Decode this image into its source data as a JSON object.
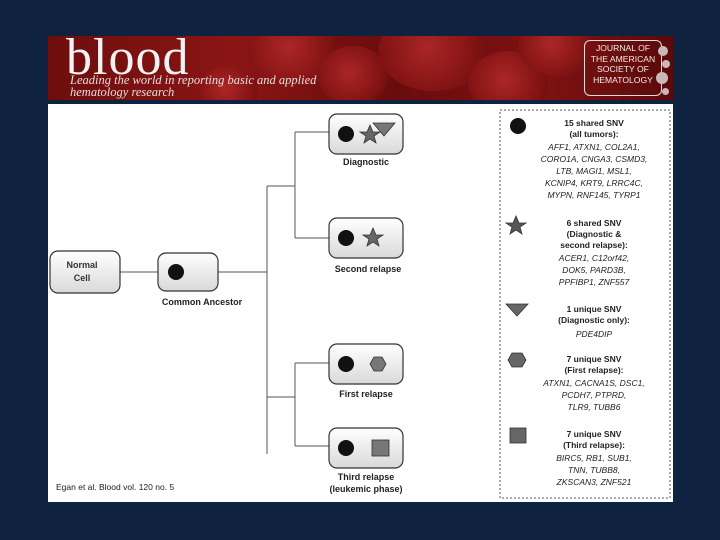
{
  "banner": {
    "logo": "blood",
    "tagline_line1": "Leading the world in reporting basic and applied",
    "tagline_line2": "hematology research",
    "journal_line1": "JOURNAL OF",
    "journal_line2": "THE AMERICAN",
    "journal_line3": "SOCIETY OF",
    "journal_line4": "HEMATOLOGY"
  },
  "diagram": {
    "normal_cell_line1": "Normal",
    "normal_cell_line2": "Cell",
    "common_ancestor": "Common Ancestor",
    "nodes": [
      {
        "label": "Diagnostic"
      },
      {
        "label": "Second relapse"
      },
      {
        "label": "First relapse"
      },
      {
        "label_line1": "Third relapse",
        "label_line2": "(leukemic phase)"
      }
    ]
  },
  "legend": [
    {
      "shape": "circle",
      "title1": "15 shared SNV",
      "title2": "(all tumors):",
      "genes": [
        "AFF1, ATXN1, COL2A1,",
        "CORO1A, CNGA3, CSMD3,",
        "LTB, MAGI1, MSL1,",
        "KCNIP4, KRT9, LRRC4C,",
        "MYPN, RNF145, TYRP1"
      ]
    },
    {
      "shape": "star",
      "title1": "6 shared SNV",
      "title2": "(Diagnostic &",
      "title3": "second relapse):",
      "genes": [
        "ACER1, C12orf42,",
        "DOK5, PARD3B,",
        "PPFIBP1, ZNF557"
      ]
    },
    {
      "shape": "triangle",
      "title1": "1 unique SNV",
      "title2": "(Diagnostic only):",
      "genes": [
        "PDE4DIP"
      ]
    },
    {
      "shape": "hexagon",
      "title1": "7 unique SNV",
      "title2": "(First relapse):",
      "genes": [
        "ATXN1, CACNA1S, DSC1,",
        "PCDH7, PTPRD,",
        "TLR9, TUBB6"
      ]
    },
    {
      "shape": "square",
      "title1": "7 unique SNV",
      "title2": "(Third relapse):",
      "genes": [
        "BIRC5, RB1, SUB1,",
        "TNN, TUBB8,",
        "ZKSCAN3, ZNF521"
      ]
    }
  ],
  "citation": "Egan et al. Blood vol. 120 no. 5"
}
